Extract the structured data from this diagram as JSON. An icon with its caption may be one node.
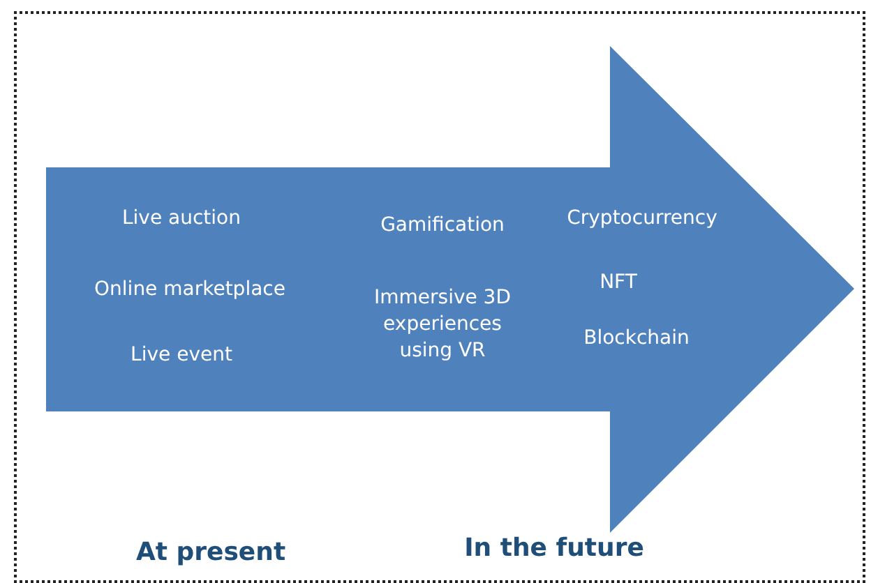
{
  "diagram": {
    "nodes": [
      {
        "text": [
          "Live auction",
          "Online marketplace",
          "Live event",
          "Gamification",
          "Immersive 3D experiences using VR",
          "Cryptocurrency",
          "NFT",
          "Blockchain"
        ]
      }
    ],
    "labels": [
      "At present",
      "In the future"
    ]
  }
}
